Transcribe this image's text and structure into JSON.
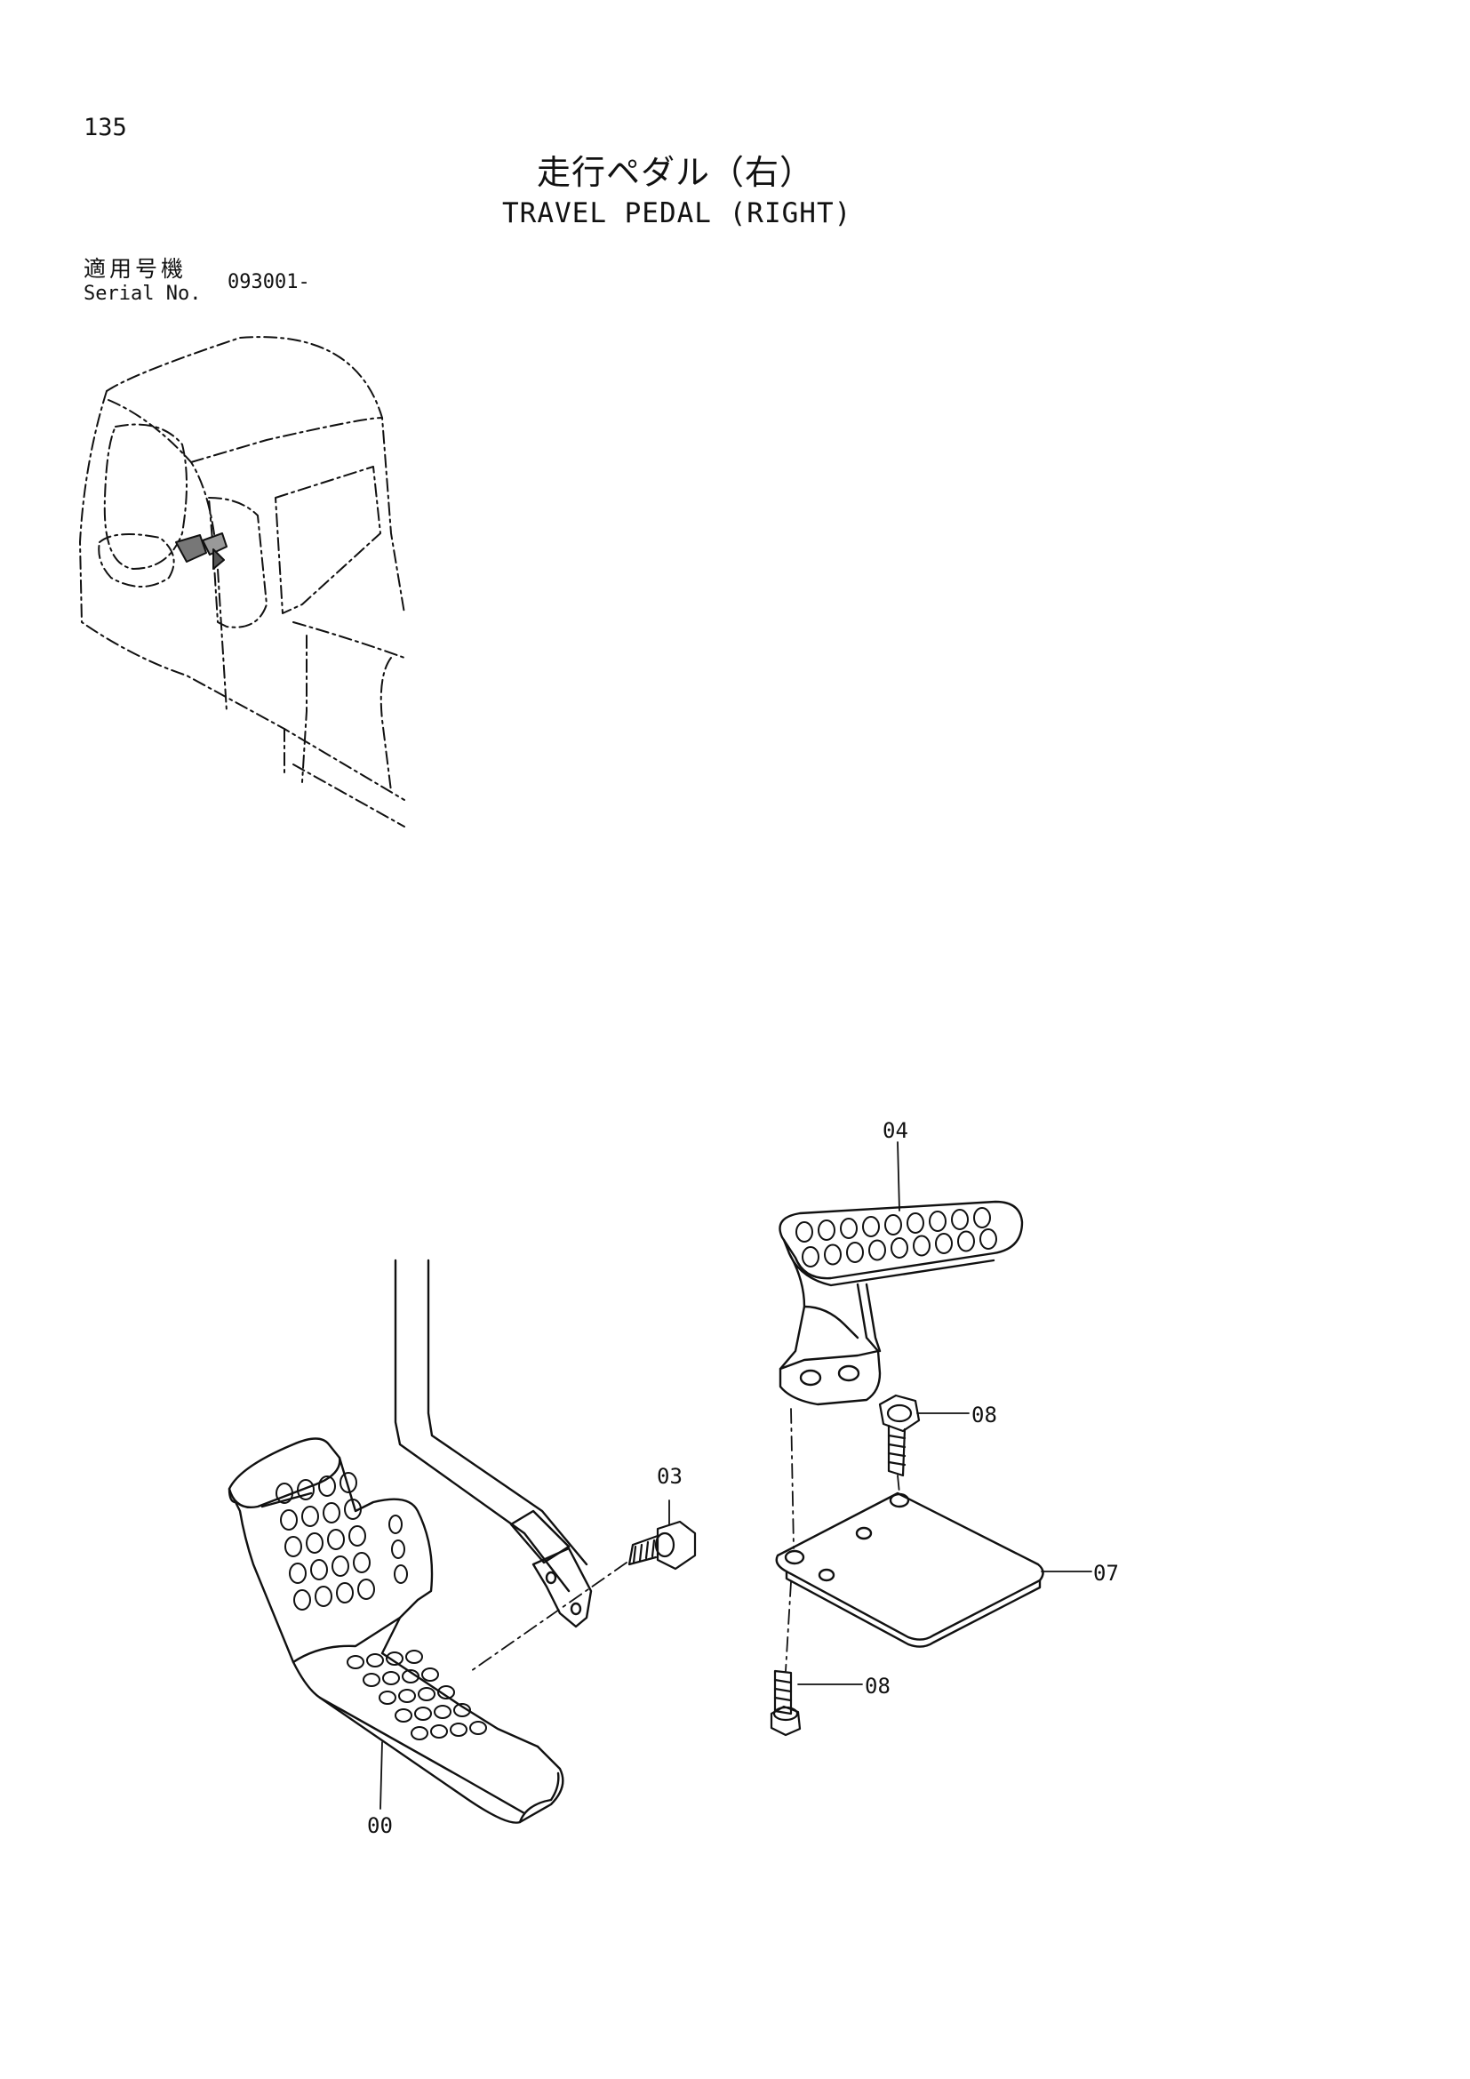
{
  "header": {
    "page_number": "135",
    "title_ja": "走行ペダル（右）",
    "title_en": "TRAVEL PEDAL (RIGHT)",
    "serial_label_ja": "適用号機",
    "serial_label_en": "Serial No.",
    "serial_value": "093001-"
  },
  "callouts": {
    "part_00": "00",
    "part_03": "03",
    "part_04": "04",
    "part_07": "07",
    "part_08_top": "08",
    "part_08_bottom": "08"
  }
}
